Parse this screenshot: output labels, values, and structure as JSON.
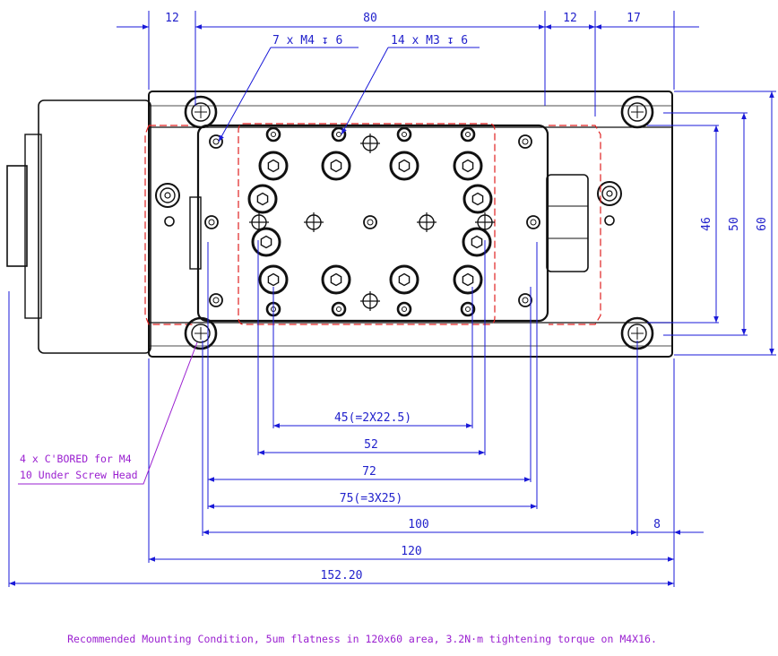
{
  "colors": {
    "line": "#111111",
    "dimension": "#1a1ad8",
    "hidden": "#e02020",
    "note": "#9a1fd0"
  },
  "top_dims": [
    "12",
    "80",
    "12",
    "17"
  ],
  "right_dims": [
    "46",
    "50",
    "60"
  ],
  "bottom_dims": [
    "45(=2X22.5)",
    "52",
    "72",
    "75(=3X25)",
    "100",
    "8",
    "120",
    "152.20"
  ],
  "callouts": {
    "m4": "7 x M4 ↧ 6",
    "m3": "14 x M3 ↧ 6"
  },
  "cbore_note": {
    "line1": "4 x C'BORED for M4",
    "line2": "10 Under Screw Head"
  },
  "footer": "Recommended Mounting Condition, 5um flatness in 120x60 area, 3.2N·m tightening torque on M4X16."
}
